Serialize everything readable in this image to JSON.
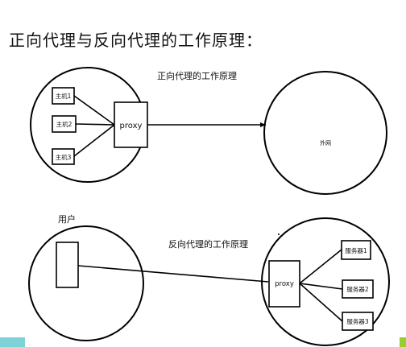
{
  "page": {
    "title": "正向代理与反向代理的工作原理："
  },
  "forward": {
    "caption": "正向代理的工作原理",
    "hosts": [
      "主机1",
      "主机2",
      "主机3"
    ],
    "proxy": "proxy",
    "internet": "外网"
  },
  "reverse": {
    "caption": "反向代理的工作原理",
    "user": "用户",
    "proxy": "proxy",
    "servers": [
      "服务器1",
      "服务器2",
      "服务器3"
    ]
  },
  "colors": {
    "corner_left": "#7fd3d6",
    "corner_right": "#9acd32"
  }
}
